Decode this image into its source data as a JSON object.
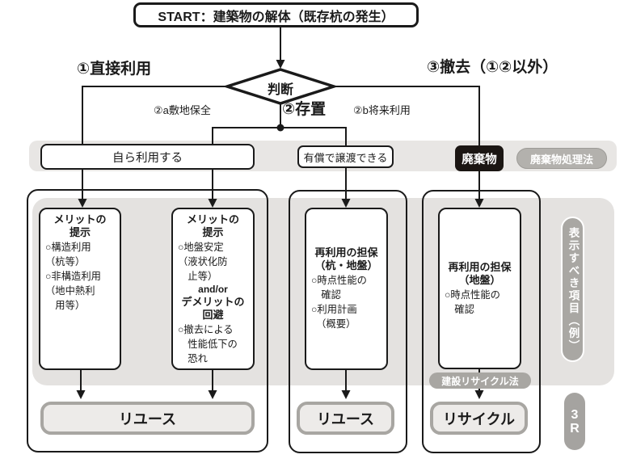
{
  "start": {
    "label": "START：建築物の解体（既存杭の発生）"
  },
  "decision": {
    "label": "判断"
  },
  "branch_labels": {
    "direct_use": "①直接利用",
    "removal": "③撤去（①②以外）",
    "site_preserve": "②a敷地保全",
    "leave_in_place": "②存置",
    "future_use": "②b将来利用"
  },
  "band": {
    "self_use": "自ら利用する",
    "transfer": "有償で譲渡できる",
    "waste": "廃棄物",
    "waste_law": "廃棄物処理法"
  },
  "boxes": {
    "col1": {
      "title": "メリットの\n提示",
      "body": "○構造利用\n（杭等）\n○非構造利用\n（地中熱利\n　用等）"
    },
    "col2": {
      "title": "メリットの\n提示",
      "body1": "○地盤安定\n（液状化防\n　止等）",
      "connector": "and/or",
      "title2": "デメリットの\n回避",
      "body2": "○撤去による\n　性能低下の\n　恐れ"
    },
    "col3": {
      "title": "再利用の担保\n（杭・地盤）",
      "body": "○時点性能の\n　確認\n○利用計画\n　（概要）"
    },
    "col4": {
      "title": "再利用の担保\n（地盤）",
      "body": "○時点性能の\n　確認"
    }
  },
  "outcomes": {
    "reuse_left": "リユース",
    "reuse_mid": "リユース",
    "recycle": "リサイクル"
  },
  "pills": {
    "recycle_law": "建設リサイクル法",
    "display_items": "表示すべき項目（例）",
    "three_r": "3\nR"
  },
  "colors": {
    "line": "#1a1a1a",
    "top_band": "#e8e6e4",
    "main_panel": "#e4e2e0",
    "gray_pill": "#a8a6a2",
    "outcome_fill": "#edebe9",
    "outcome_border": "#a8a6a2",
    "waste_bg": "#1b1613"
  }
}
